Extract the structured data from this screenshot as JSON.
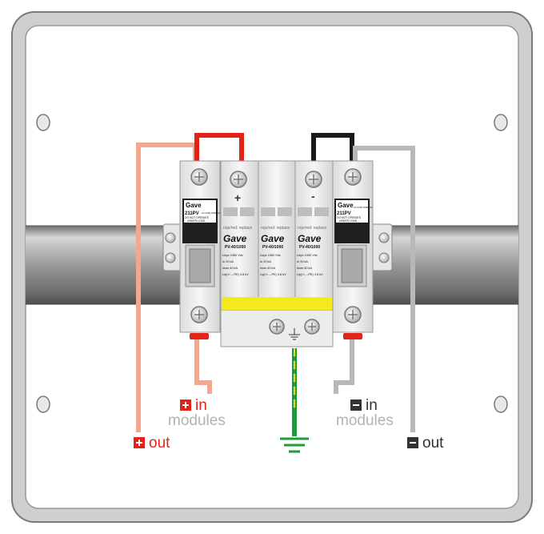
{
  "labels": {
    "plus_in": "in",
    "plus_in_modules": "modules",
    "plus_out": "out",
    "minus_in": "in",
    "minus_in_modules": "modules",
    "minus_out": "out"
  },
  "breaker_left": {
    "brand": "Gave",
    "model": "211PV",
    "rating": "10,3x38 1000Vdc",
    "warning_1": "DO NOT OPERATE",
    "warning_2": "UNDER LOAD"
  },
  "breaker_right": {
    "brand": "Gave",
    "model": "211PV",
    "rating": "10,3x38 1000Vdc",
    "warning_1": "DO NOT OPERATE",
    "warning_2": "UNDER LOAD"
  },
  "spd": {
    "plus_mark": "+",
    "minus_mark": "-",
    "modules": [
      {
        "status": "rojo/red: replace",
        "brand": "Gave",
        "model": "PV-40/1000",
        "spec_1": "Ucpv 1060 Vdc",
        "spec_2": "In 20 kA",
        "spec_3": "Imax 40 kA",
        "spec_4": "Up(+/-→PE) 3.8 kV"
      },
      {
        "status": "rojo/red: replace",
        "brand": "Gave",
        "model": "PV-40/1000",
        "spec_1": "Ucpv 1060 Vdc",
        "spec_2": "In 20 kA",
        "spec_3": "Imax 40 kA",
        "spec_4": "Up(+/-→PE) 3.8 kV"
      },
      {
        "status": "rojo/red: replace",
        "brand": "Gave",
        "model": "PV-40/1000",
        "spec_1": "Ucpv 1060 Vdc",
        "spec_2": "In 20 kA",
        "spec_3": "Imax 40 kA",
        "spec_4": "Up(+/-→PE) 3.8 kV"
      }
    ]
  },
  "colors": {
    "red": "#e2231a",
    "salmon": "#f3a88e",
    "black_wire": "#1a1a1a",
    "grey_wire": "#b8b8b8",
    "earth_green": "#1f9a3a",
    "earth_yellow": "#e8e31a",
    "rail": "#8a8a8a",
    "enclosure": "#f2f2f2"
  }
}
